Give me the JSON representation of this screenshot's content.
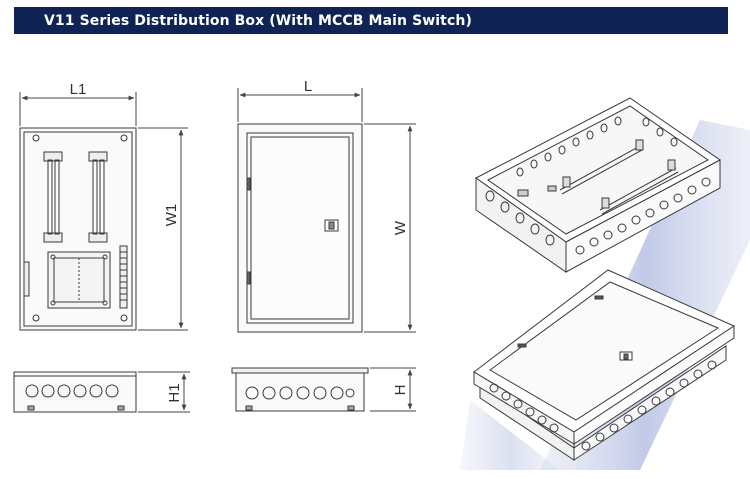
{
  "header": {
    "title": "V11 Series Distribution Box (With MCCB Main Switch)",
    "background": "#0f2454",
    "text_color": "#ffffff"
  },
  "dimensions": {
    "L1": "L1",
    "L": "L",
    "W1": "W1",
    "W": "W",
    "H1": "H1",
    "H": "H"
  },
  "colors": {
    "line": "#3a3a3a",
    "light_fill": "#f4f4f4",
    "accent_band": "#c9cfe6"
  }
}
